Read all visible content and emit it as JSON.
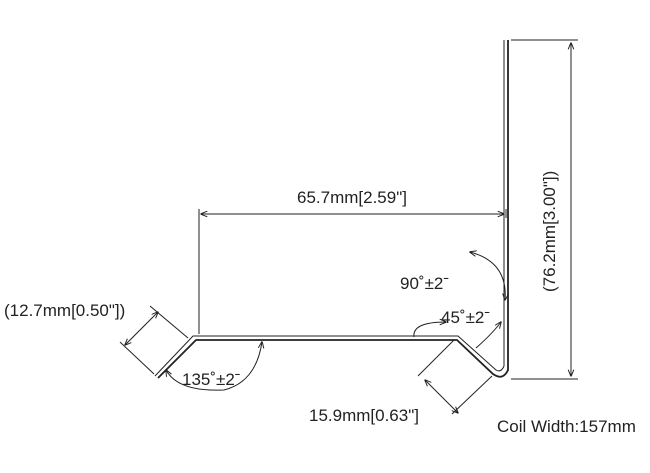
{
  "dimensions": {
    "top_length": "65.7mm[2.59\"]",
    "vertical_height": "(76.2mm[3.00\"])",
    "left_flange": "(12.7mm[0.50\"])",
    "bottom_flange": "15.9mm[0.63\"]"
  },
  "angles": {
    "corner": "90˚±2ˉ",
    "bend_right": "45˚±2ˉ",
    "bend_left": "135˚±2ˉ"
  },
  "note": "Coil Width:157mm",
  "colors": {
    "line": "#222222",
    "background": "#ffffff"
  }
}
